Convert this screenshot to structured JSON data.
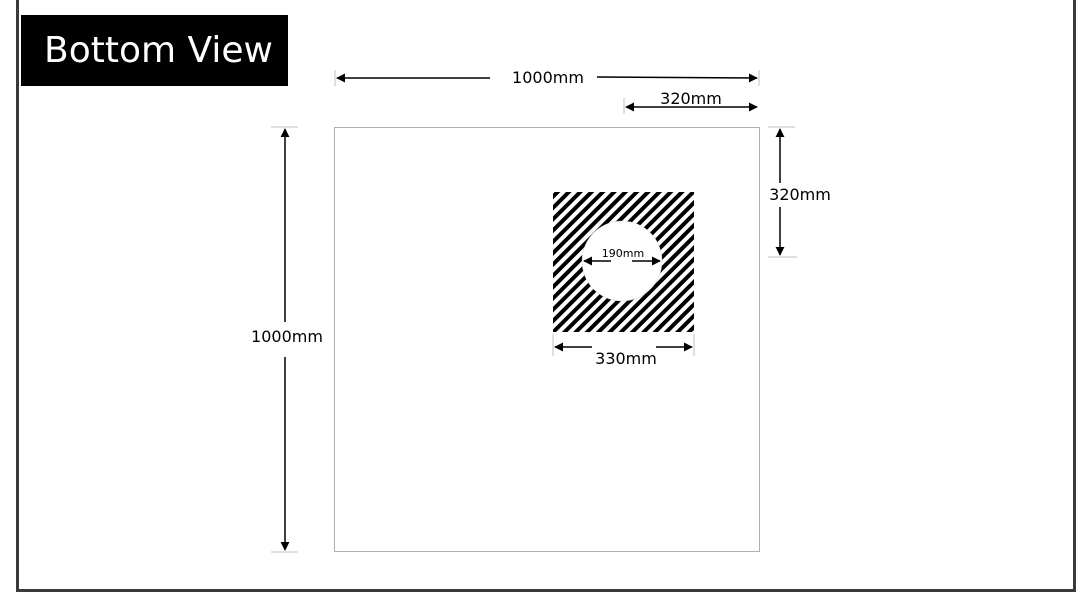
{
  "title": "Bottom View",
  "colors": {
    "frame": "#3a3a3a",
    "title_bg": "#000000",
    "title_fg": "#ffffff",
    "panel_outline": "#b0b0b0",
    "extension_line": "#c0c0c0",
    "dimension_line": "#000000",
    "hatch": "#000000"
  },
  "panel": {
    "label": "main-panel",
    "width_label": "1000mm",
    "height_label": "1000mm"
  },
  "cutout": {
    "shape": "square-with-hatch",
    "width_label": "330mm",
    "hole": {
      "shape": "circle",
      "diameter_label": "190mm"
    }
  },
  "offsets": {
    "from_right_label": "320mm",
    "from_top_label": "320mm"
  }
}
